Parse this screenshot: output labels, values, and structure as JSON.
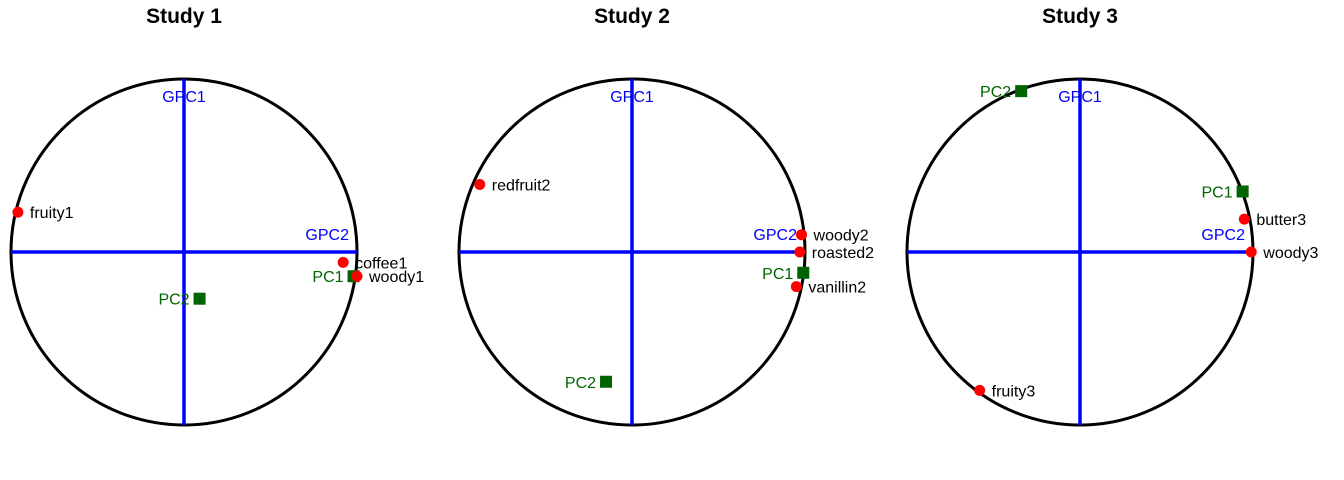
{
  "colors": {
    "variable": "#FF0000",
    "pc": "#006400",
    "gpc": "#0000FF",
    "circle": "#000000"
  },
  "chart_data": [
    {
      "type": "scatter",
      "title": "Study 1",
      "xlim": [
        -1,
        1
      ],
      "ylim": [
        -1,
        1
      ],
      "axes_labels": {
        "vertical": "GPC1",
        "horizontal": "GPC2"
      },
      "variables": [
        {
          "name": "fruity1",
          "x": -0.96,
          "y": 0.23
        },
        {
          "name": "coffee1",
          "x": 0.92,
          "y": -0.06
        },
        {
          "name": "woody1",
          "x": 1.0,
          "y": -0.14
        }
      ],
      "pcs": [
        {
          "name": "PC1",
          "x": 0.98,
          "y": -0.14
        },
        {
          "name": "PC2",
          "x": 0.09,
          "y": -0.27
        }
      ]
    },
    {
      "type": "scatter",
      "title": "Study 2",
      "xlim": [
        -1,
        1
      ],
      "ylim": [
        -1,
        1
      ],
      "axes_labels": {
        "vertical": "GPC1",
        "horizontal": "GPC2"
      },
      "variables": [
        {
          "name": "redfruit2",
          "x": -0.88,
          "y": 0.39
        },
        {
          "name": "woody2",
          "x": 0.98,
          "y": 0.1
        },
        {
          "name": "roasted2",
          "x": 0.97,
          "y": 0.0
        },
        {
          "name": "vanillin2",
          "x": 0.95,
          "y": -0.2
        }
      ],
      "pcs": [
        {
          "name": "PC1",
          "x": 0.99,
          "y": -0.12
        },
        {
          "name": "PC2",
          "x": -0.15,
          "y": -0.75
        }
      ]
    },
    {
      "type": "scatter",
      "title": "Study 3",
      "xlim": [
        -1,
        1
      ],
      "ylim": [
        -1,
        1
      ],
      "axes_labels": {
        "vertical": "GPC1",
        "horizontal": "GPC2"
      },
      "variables": [
        {
          "name": "butter3",
          "x": 0.95,
          "y": 0.19
        },
        {
          "name": "woody3",
          "x": 0.99,
          "y": 0.0
        },
        {
          "name": "fruity3",
          "x": -0.58,
          "y": -0.8
        }
      ],
      "pcs": [
        {
          "name": "PC1",
          "x": 0.94,
          "y": 0.35
        },
        {
          "name": "PC2",
          "x": -0.34,
          "y": 0.93
        }
      ]
    }
  ]
}
